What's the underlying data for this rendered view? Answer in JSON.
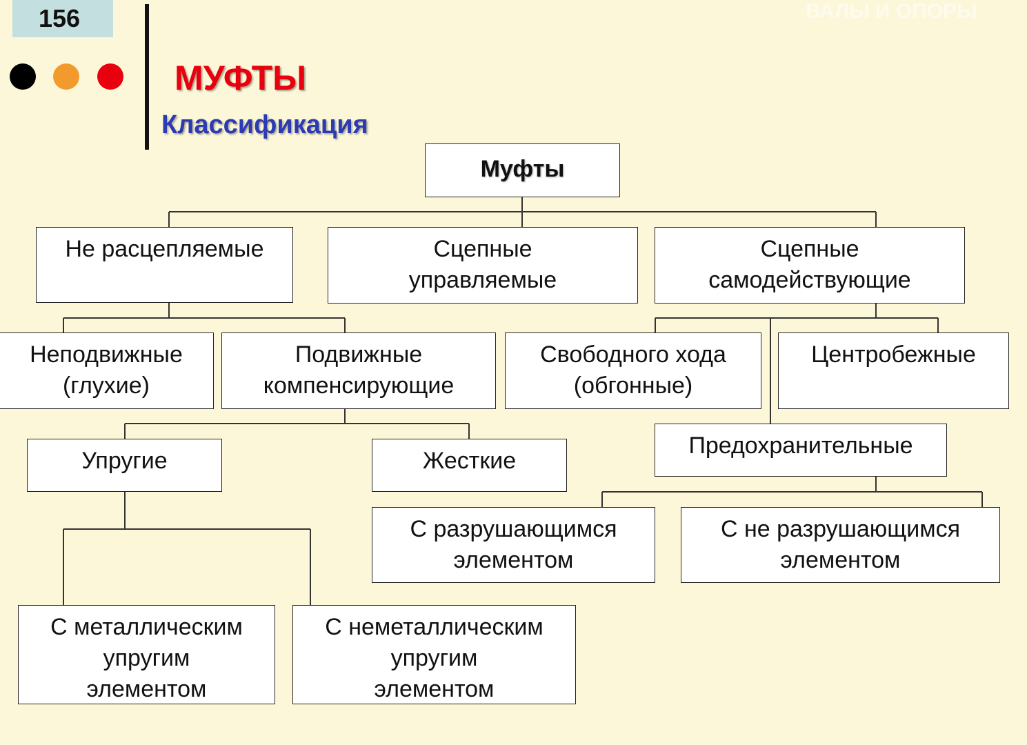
{
  "page_number": "156",
  "header_right": "ВАЛЫ И ОПОРЫ",
  "title": "МУФТЫ",
  "subtitle": "Классификация",
  "colors": {
    "background": "#FCF7D8",
    "title": "#E8000E",
    "subtitle": "#2C3AB3",
    "dot_black": "#000000",
    "dot_orange": "#F39A2F",
    "dot_red": "#E8000E",
    "box_fill": "#FFFFFF",
    "box_border": "#222222"
  },
  "tree": {
    "root": {
      "lines": [
        "Муфты"
      ]
    },
    "non_disengageable": {
      "lines": [
        "Не расцепляемые"
      ]
    },
    "engaging_controlled": {
      "lines": [
        "Сцепные",
        "управляемые"
      ]
    },
    "engaging_self_acting": {
      "lines": [
        "Сцепные",
        "самодействующие"
      ]
    },
    "fixed": {
      "lines": [
        "Неподвижные",
        "(глухие)"
      ]
    },
    "movable": {
      "lines": [
        "Подвижные",
        "компенсирующие"
      ]
    },
    "freewheel": {
      "lines": [
        "Свободного хода",
        "(обгонные)"
      ]
    },
    "centrifugal": {
      "lines": [
        "Центробежные"
      ]
    },
    "elastic": {
      "lines": [
        "Упругие"
      ]
    },
    "rigid": {
      "lines": [
        "Жесткие"
      ]
    },
    "safety": {
      "lines": [
        "Предохранительные"
      ]
    },
    "breaking_element": {
      "lines": [
        "С разрушающимся",
        "элементом"
      ]
    },
    "non_breaking_element": {
      "lines": [
        "С не разрушающимся",
        "элементом"
      ]
    },
    "metal_elastic": {
      "lines": [
        "С металлическим",
        "упругим",
        "элементом"
      ]
    },
    "nonmetal_elastic": {
      "lines": [
        "С неметаллическим",
        "упругим",
        "элементом"
      ]
    }
  }
}
